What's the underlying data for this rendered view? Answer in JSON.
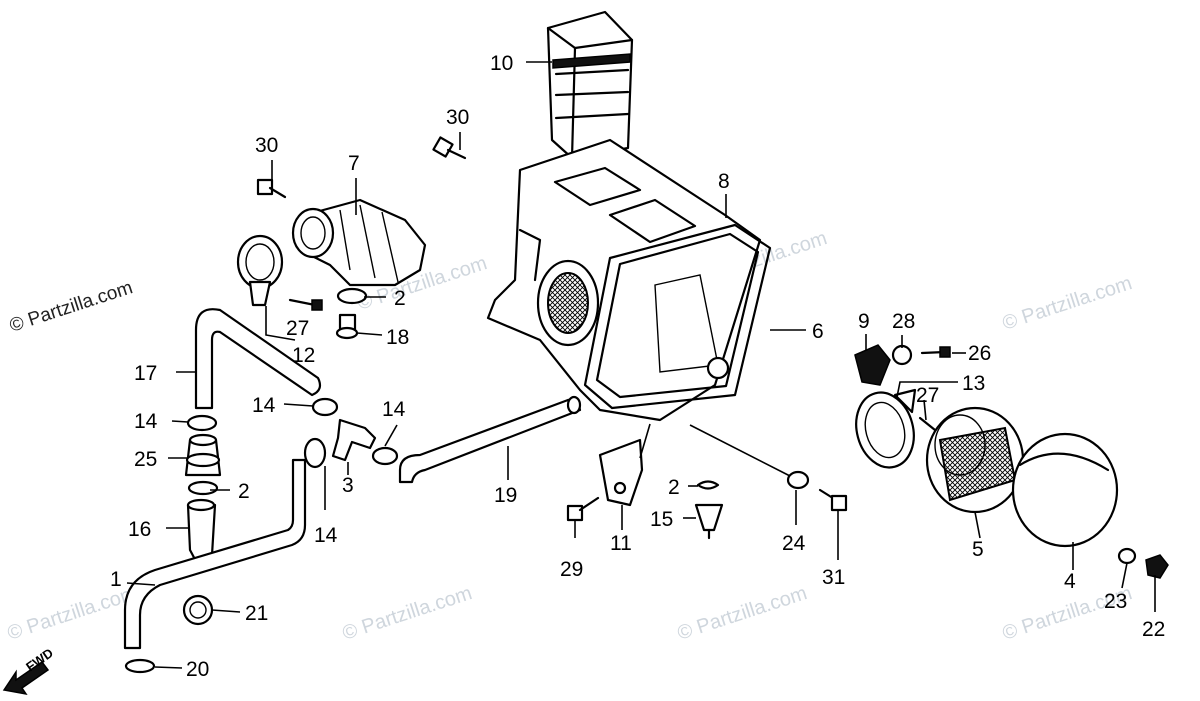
{
  "watermark": {
    "text": "© Partzilla.com"
  },
  "fwd_label": "FWD",
  "callouts": [
    {
      "id": "c1",
      "label": "1"
    },
    {
      "id": "c2a",
      "label": "2"
    },
    {
      "id": "c2b",
      "label": "2"
    },
    {
      "id": "c2c",
      "label": "2"
    },
    {
      "id": "c3",
      "label": "3"
    },
    {
      "id": "c4",
      "label": "4"
    },
    {
      "id": "c5",
      "label": "5"
    },
    {
      "id": "c6",
      "label": "6"
    },
    {
      "id": "c7",
      "label": "7"
    },
    {
      "id": "c8",
      "label": "8"
    },
    {
      "id": "c9",
      "label": "9"
    },
    {
      "id": "c10",
      "label": "10"
    },
    {
      "id": "c11",
      "label": "11"
    },
    {
      "id": "c12",
      "label": "12"
    },
    {
      "id": "c13",
      "label": "13"
    },
    {
      "id": "c14a",
      "label": "14"
    },
    {
      "id": "c14b",
      "label": "14"
    },
    {
      "id": "c14c",
      "label": "14"
    },
    {
      "id": "c14d",
      "label": "14"
    },
    {
      "id": "c15",
      "label": "15"
    },
    {
      "id": "c16",
      "label": "16"
    },
    {
      "id": "c17",
      "label": "17"
    },
    {
      "id": "c18",
      "label": "18"
    },
    {
      "id": "c19",
      "label": "19"
    },
    {
      "id": "c20",
      "label": "20"
    },
    {
      "id": "c21",
      "label": "21"
    },
    {
      "id": "c22",
      "label": "22"
    },
    {
      "id": "c23",
      "label": "23"
    },
    {
      "id": "c24",
      "label": "24"
    },
    {
      "id": "c25",
      "label": "25"
    },
    {
      "id": "c26",
      "label": "26"
    },
    {
      "id": "c27a",
      "label": "27"
    },
    {
      "id": "c27b",
      "label": "27"
    },
    {
      "id": "c28",
      "label": "28"
    },
    {
      "id": "c29",
      "label": "29"
    },
    {
      "id": "c30a",
      "label": "30"
    },
    {
      "id": "c30b",
      "label": "30"
    },
    {
      "id": "c31",
      "label": "31"
    }
  ]
}
